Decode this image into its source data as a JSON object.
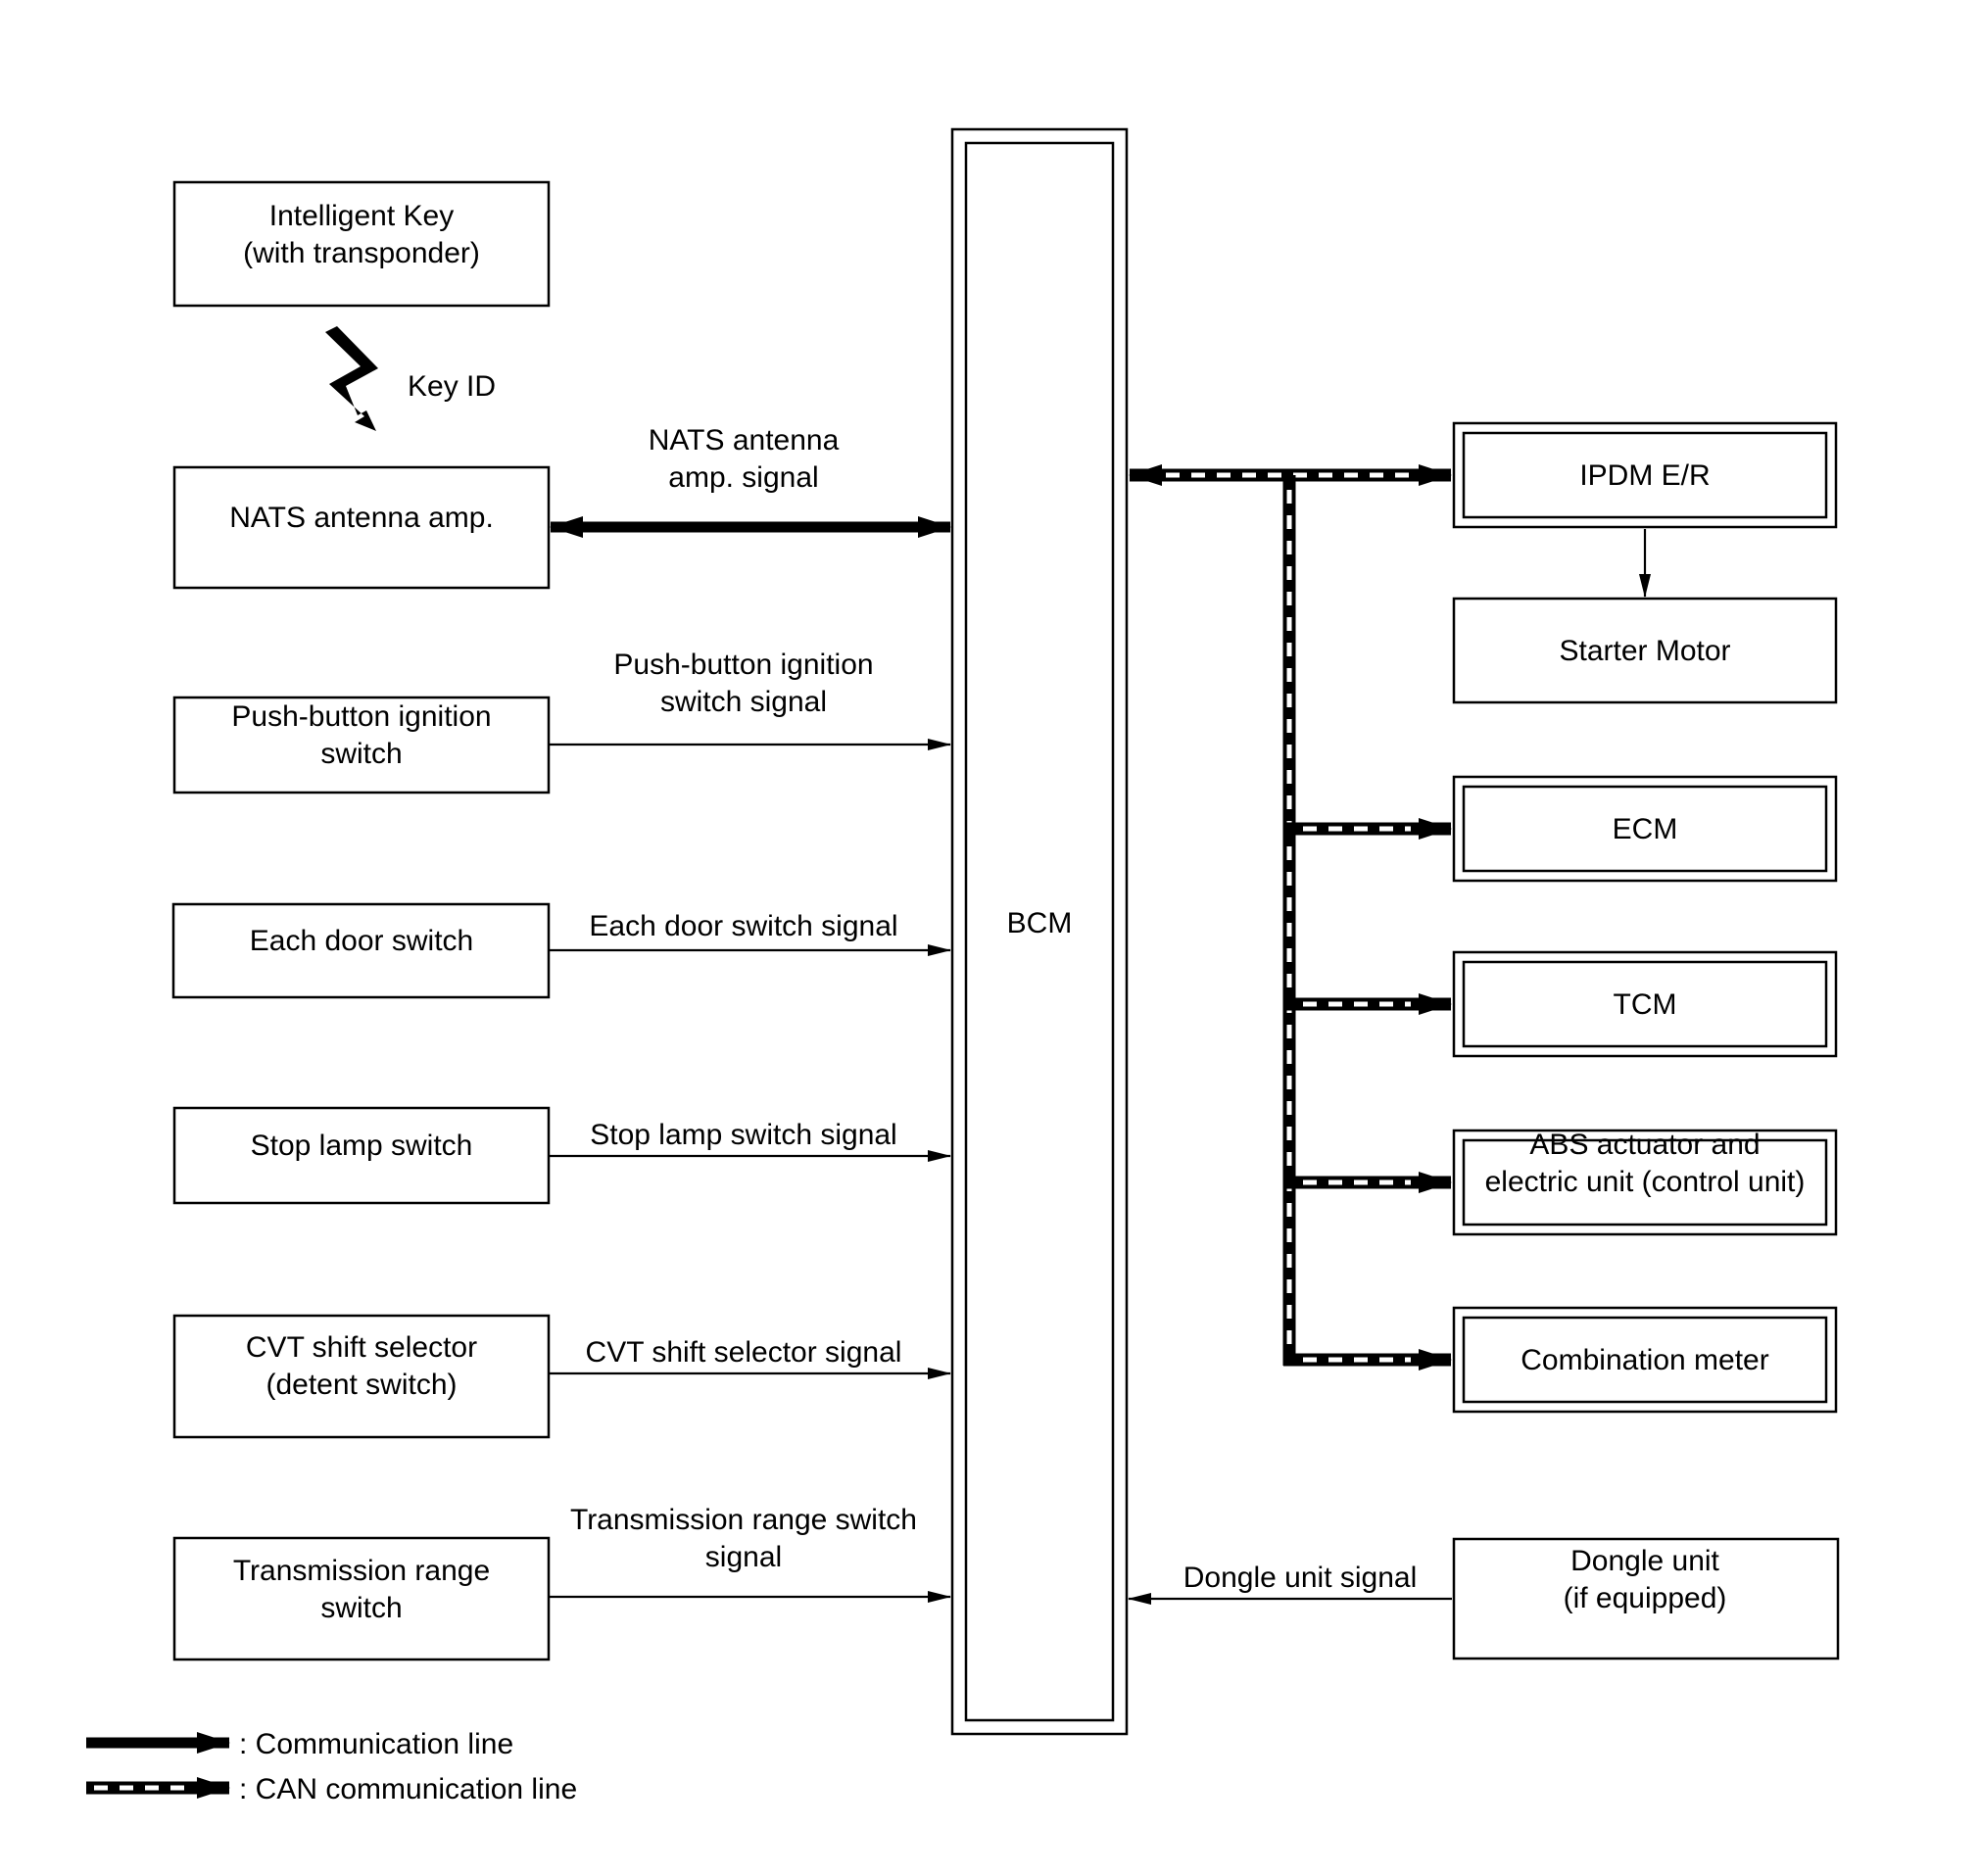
{
  "bcm": {
    "label": "BCM"
  },
  "left_units": {
    "intelligent_key": [
      "Intelligent Key",
      "(with transponder)"
    ],
    "nats_antenna_amp": [
      "NATS antenna amp."
    ],
    "push_button_switch": [
      "Push-button ignition",
      "switch"
    ],
    "door_switch": [
      "Each door switch"
    ],
    "stop_lamp_switch": [
      "Stop lamp switch"
    ],
    "cvt_selector": [
      "CVT shift selector",
      "(detent switch)"
    ],
    "trans_range_switch": [
      "Transmission range",
      "switch"
    ]
  },
  "right_units": {
    "ipdm": [
      "IPDM E/R"
    ],
    "starter_motor": [
      "Starter Motor"
    ],
    "ecm": [
      "ECM"
    ],
    "tcm": [
      "TCM"
    ],
    "abs": [
      "ABS actuator and",
      "electric unit (control unit)"
    ],
    "combination_meter": [
      "Combination meter"
    ],
    "dongle_unit": [
      "Dongle unit",
      "(if equipped)"
    ]
  },
  "signals": {
    "key_id": [
      "Key ID"
    ],
    "nats_signal": [
      "NATS antenna",
      "amp. signal"
    ],
    "push_button_signal": [
      "Push-button ignition",
      "switch signal"
    ],
    "door_signal": [
      "Each door switch signal"
    ],
    "stop_lamp_signal": [
      "Stop lamp switch signal"
    ],
    "cvt_signal": [
      "CVT shift selector signal"
    ],
    "trans_range_signal": [
      "Transmission range switch",
      "signal"
    ],
    "dongle_signal": [
      "Dongle unit signal"
    ]
  },
  "legend": {
    "communication_line": ": Communication line",
    "can_line": ": CAN communication line"
  }
}
